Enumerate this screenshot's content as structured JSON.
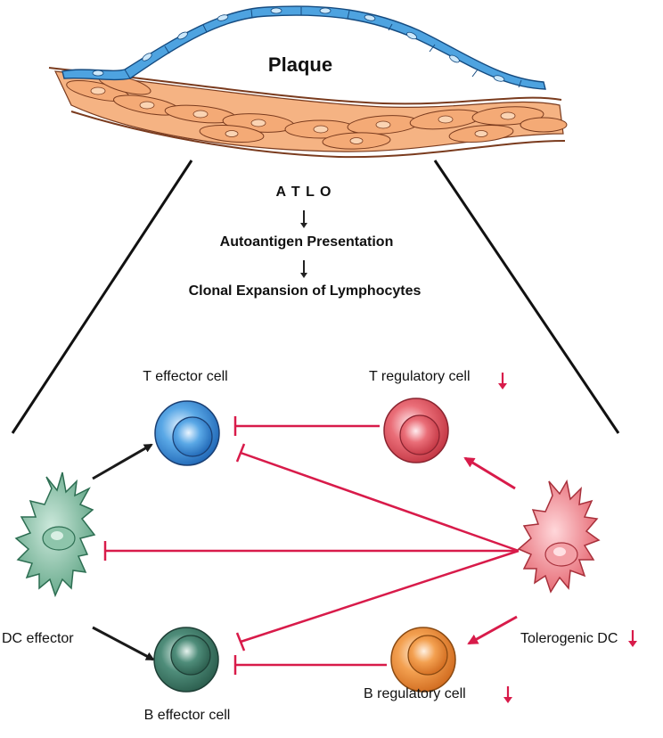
{
  "plaque": {
    "title": "Plaque"
  },
  "flow": {
    "step1": "A T L O",
    "step2": "Autoantigen Presentation",
    "step3": "Clonal Expansion of Lymphocytes"
  },
  "cells": {
    "t_effector": "T effector cell",
    "t_regulatory": "T regulatory cell",
    "dc_effector": "DC effector",
    "tolerogenic_dc": "Tolerogenic DC",
    "b_effector": "B effector cell",
    "b_regulatory": "B regulatory cell"
  },
  "colors": {
    "inhibit": "#d81b4a",
    "activate": "#1a1a1a",
    "endothelium": "#3f9ad8",
    "smooth_muscle": "#f2a66e",
    "t_effector": "#3b8fd9",
    "t_regulatory": "#e05560",
    "b_effector": "#3f7f6c",
    "b_regulatory": "#ee9240",
    "dc_effector": "#5fa685",
    "tolerogenic_dc": "#e8606a"
  }
}
